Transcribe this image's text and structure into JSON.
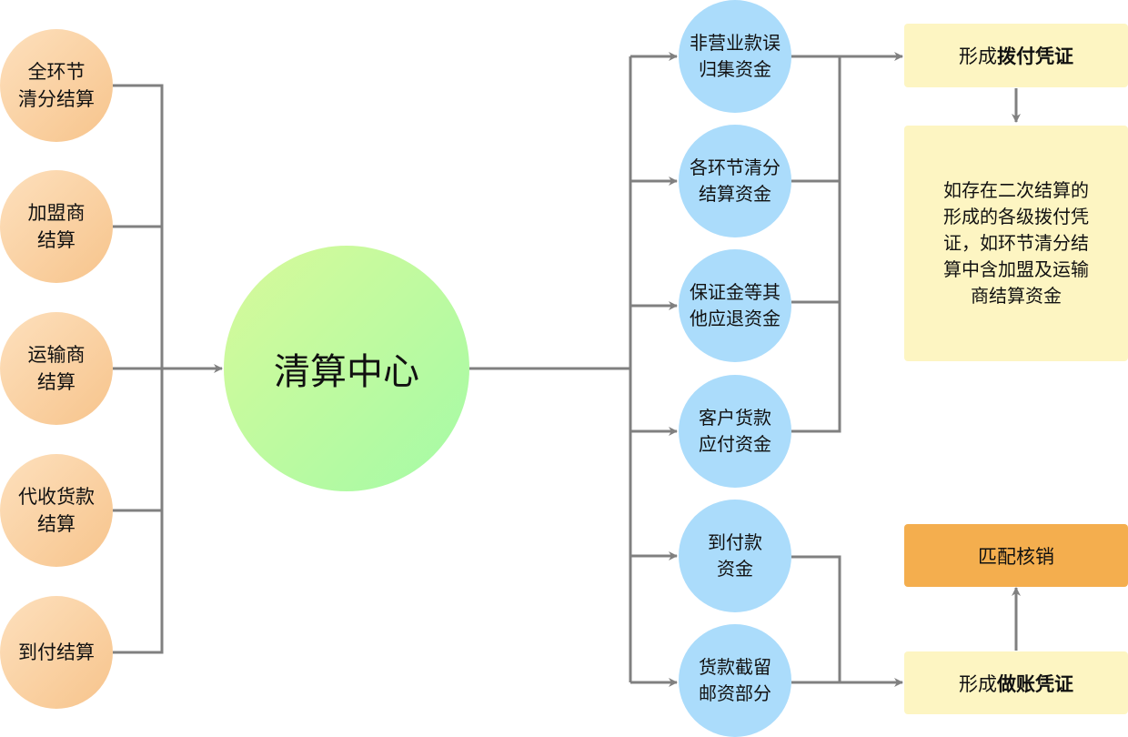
{
  "sources": [
    {
      "label": "全环节\n清分结算"
    },
    {
      "label": "加盟商\n结算"
    },
    {
      "label": "运输商\n结算"
    },
    {
      "label": "代收货款\n结算"
    },
    {
      "label": "到付结算"
    }
  ],
  "center": {
    "label": "清算中心"
  },
  "funds": [
    {
      "label": "非营业款误\n归集资金"
    },
    {
      "label": "各环节清分\n结算资金"
    },
    {
      "label": "保证金等其\n他应退资金"
    },
    {
      "label": "客户货款\n应付资金"
    },
    {
      "label": "到付款\n资金"
    },
    {
      "label": "货款截留\n邮资部分"
    }
  ],
  "outputs": {
    "payment_voucher": {
      "prefix": "形成",
      "bold": "拨付凭证"
    },
    "payment_note": {
      "label": "如存在二次结算的\n形成的各级拨付凭\n证，如环节清分结\n算中含加盟及运输\n商结算资金"
    },
    "match_writeoff": {
      "label": "匹配核销"
    },
    "accounting_voucher": {
      "prefix": "形成",
      "bold": "做账凭证"
    }
  },
  "colors": {
    "connector": "#808080",
    "source_node": "#f9cf9f",
    "center_node": "#bff9a0",
    "fund_node": "#abdcfb",
    "voucher_box": "#fdf5c2",
    "match_box": "#f4ae4e"
  }
}
